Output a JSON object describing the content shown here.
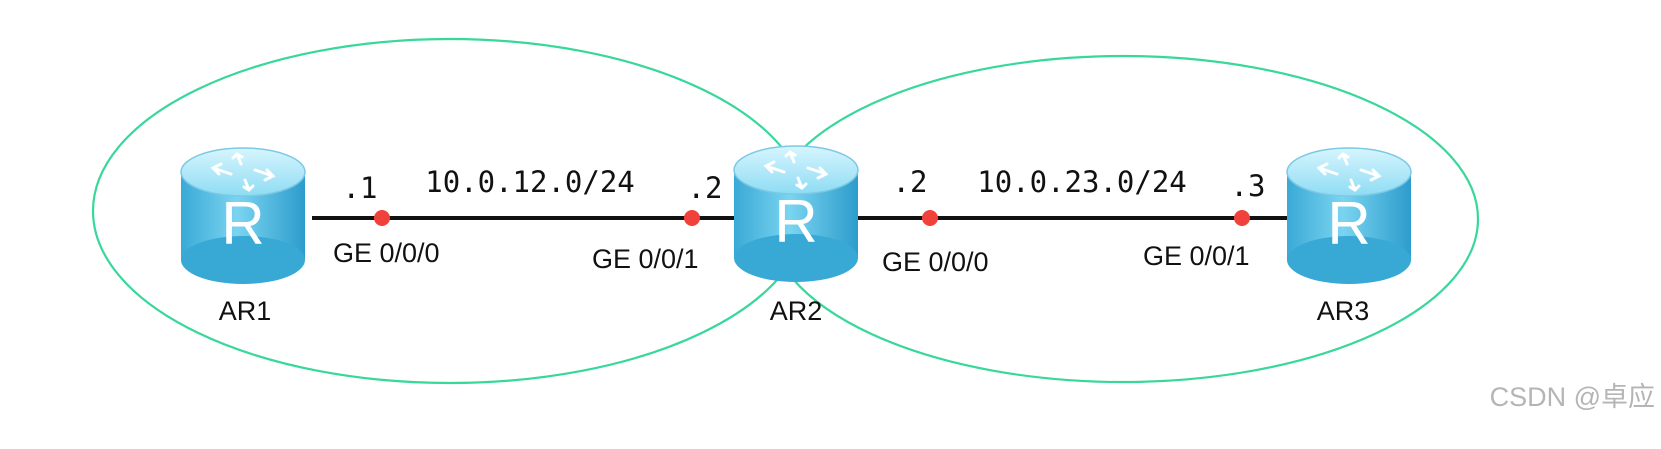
{
  "colors": {
    "zone_stroke": "#38d79a",
    "link_stroke": "#111111",
    "port_dot": "#f0423a",
    "router_body": "#5ec2e6",
    "router_top": "#a8e6f8",
    "watermark": "#b5b5b5"
  },
  "routers": [
    {
      "id": "r1",
      "name": "AR1",
      "icon": "router-icon",
      "glyph": "R"
    },
    {
      "id": "r2",
      "name": "AR2",
      "icon": "router-icon",
      "glyph": "R"
    },
    {
      "id": "r3",
      "name": "AR3",
      "icon": "router-icon",
      "glyph": "R"
    }
  ],
  "links": [
    {
      "id": "link1",
      "subnet": "10.0.12.0/24",
      "end_a": {
        "host": ".1",
        "port": "GE 0/0/0"
      },
      "end_b": {
        "host": ".2",
        "port": "GE 0/0/1"
      }
    },
    {
      "id": "link2",
      "subnet": "10.0.23.0/24",
      "end_a": {
        "host": ".2",
        "port": "GE 0/0/0"
      },
      "end_b": {
        "host": ".3",
        "port": "GE 0/0/1"
      }
    }
  ],
  "watermark": "CSDN @卓应"
}
